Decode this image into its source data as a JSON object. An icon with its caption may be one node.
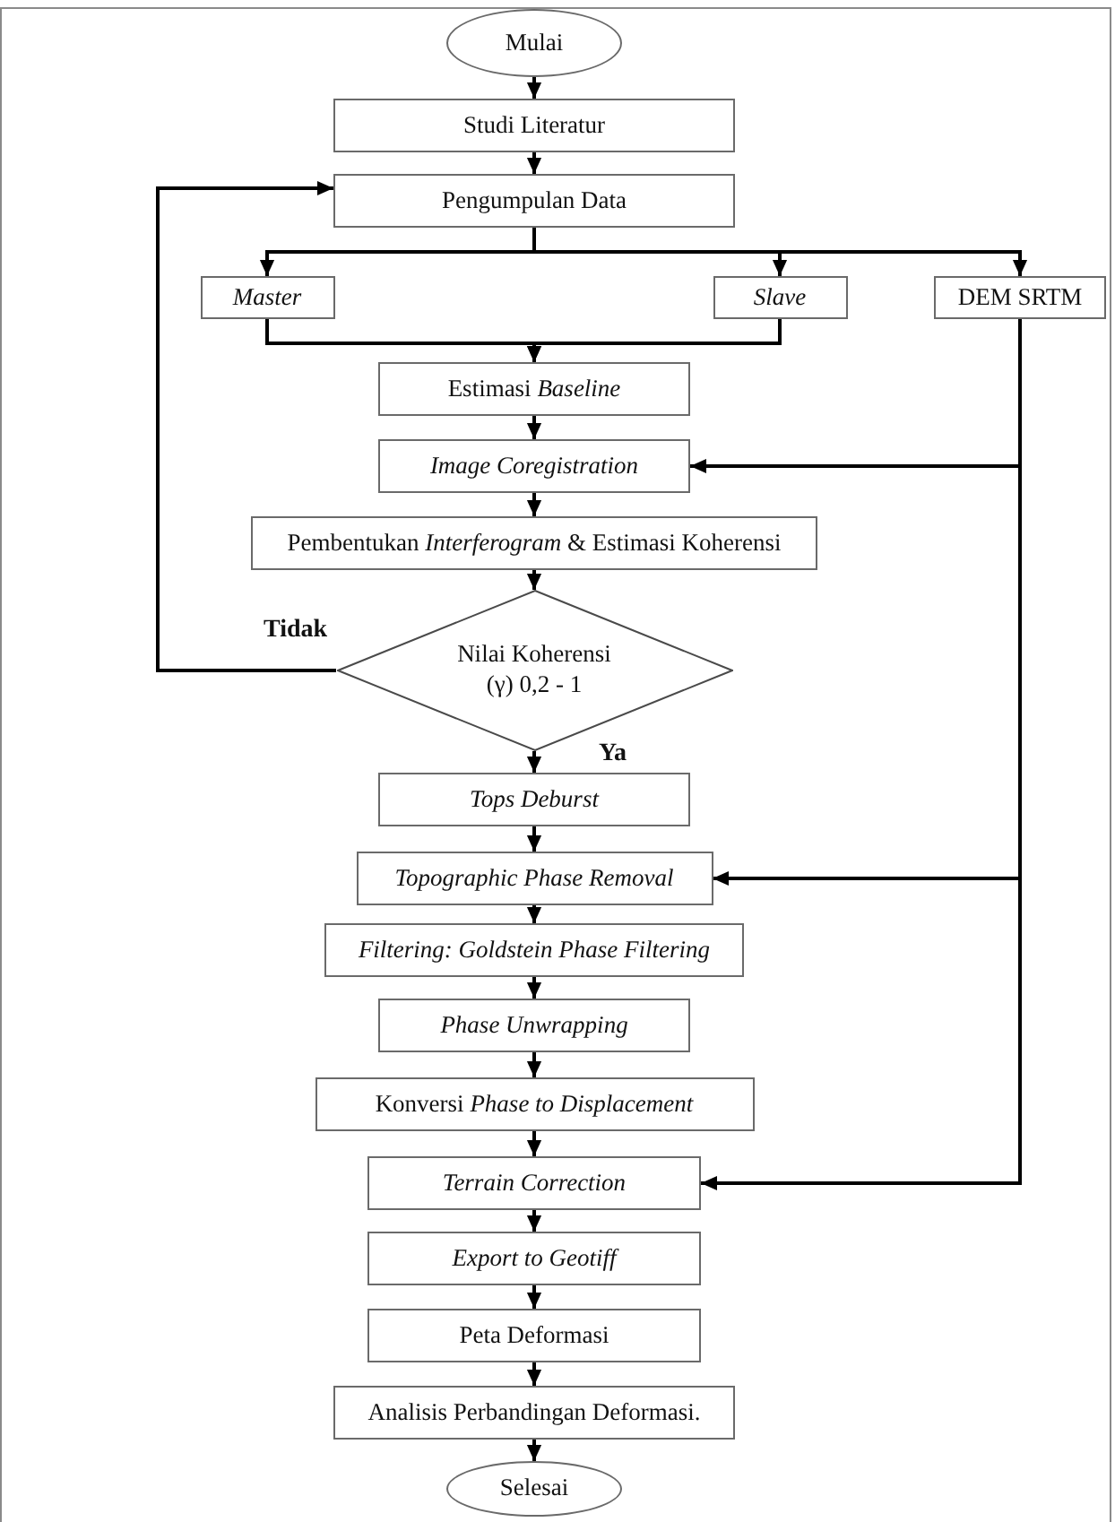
{
  "diagram": {
    "nodes": [
      {
        "text": [
          "Mulai"
        ]
      },
      {
        "text": [
          "Studi Literatur"
        ]
      },
      {
        "text": [
          "Pengumpulan Data"
        ]
      },
      {
        "text": [
          "Master"
        ]
      },
      {
        "text": [
          "Slave"
        ]
      },
      {
        "text": [
          "DEM SRTM"
        ]
      },
      {
        "text": [
          "Estimasi *Baseline*"
        ]
      },
      {
        "text": [
          "Image Coregistration"
        ]
      },
      {
        "text": [
          "Pembentukan *Interferogram* & Estimasi Koherensi"
        ]
      },
      {
        "text": [
          "Nilai Koherensi (γ) 0,2 - 1"
        ]
      },
      {
        "text": [
          "Tops Deburst"
        ]
      },
      {
        "text": [
          "Topographic Phase Removal"
        ]
      },
      {
        "text": [
          "Filtering: Goldstein Phase Filtering"
        ]
      },
      {
        "text": [
          "Phase Unwrapping"
        ]
      },
      {
        "text": [
          "Konversi *Phase to Displacement*"
        ]
      },
      {
        "text": [
          "Terrain Correction"
        ]
      },
      {
        "text": [
          "Export to Geotiff"
        ]
      },
      {
        "text": [
          "Peta Deformasi"
        ]
      },
      {
        "text": [
          "Analisis Perbandingan Deformasi."
        ]
      },
      {
        "text": [
          "Selesai"
        ]
      }
    ],
    "edges": [
      {
        "from": 0,
        "to": 1,
        "arrow": "to"
      },
      {
        "from": 1,
        "to": 2,
        "arrow": "to"
      },
      {
        "from": 2,
        "to": 3,
        "arrow": "to"
      },
      {
        "from": 2,
        "to": 4,
        "arrow": "to"
      },
      {
        "from": 2,
        "to": 5,
        "arrow": "to"
      },
      {
        "from": 3,
        "to": 6,
        "arrow": "to"
      },
      {
        "from": 4,
        "to": 6,
        "arrow": "to"
      },
      {
        "from": 6,
        "to": 7,
        "arrow": "to"
      },
      {
        "from": 7,
        "to": 8,
        "arrow": "to"
      },
      {
        "from": 8,
        "to": 9,
        "arrow": "to"
      },
      {
        "from": 9,
        "to": 2,
        "arrow": "to",
        "label": "Tidak"
      },
      {
        "from": 9,
        "to": 10,
        "arrow": "to",
        "label": "Ya"
      },
      {
        "from": 10,
        "to": 11,
        "arrow": "to"
      },
      {
        "from": 11,
        "to": 12,
        "arrow": "to"
      },
      {
        "from": 12,
        "to": 13,
        "arrow": "to"
      },
      {
        "from": 13,
        "to": 14,
        "arrow": "to"
      },
      {
        "from": 14,
        "to": 15,
        "arrow": "to"
      },
      {
        "from": 15,
        "to": 16,
        "arrow": "to"
      },
      {
        "from": 16,
        "to": 17,
        "arrow": "to"
      },
      {
        "from": 17,
        "to": 18,
        "arrow": "to"
      },
      {
        "from": 18,
        "to": 19,
        "arrow": "to"
      },
      {
        "from": 5,
        "to": 7,
        "arrow": "to"
      },
      {
        "from": 5,
        "to": 11,
        "arrow": "to"
      },
      {
        "from": 5,
        "to": 15,
        "arrow": "to"
      }
    ]
  }
}
